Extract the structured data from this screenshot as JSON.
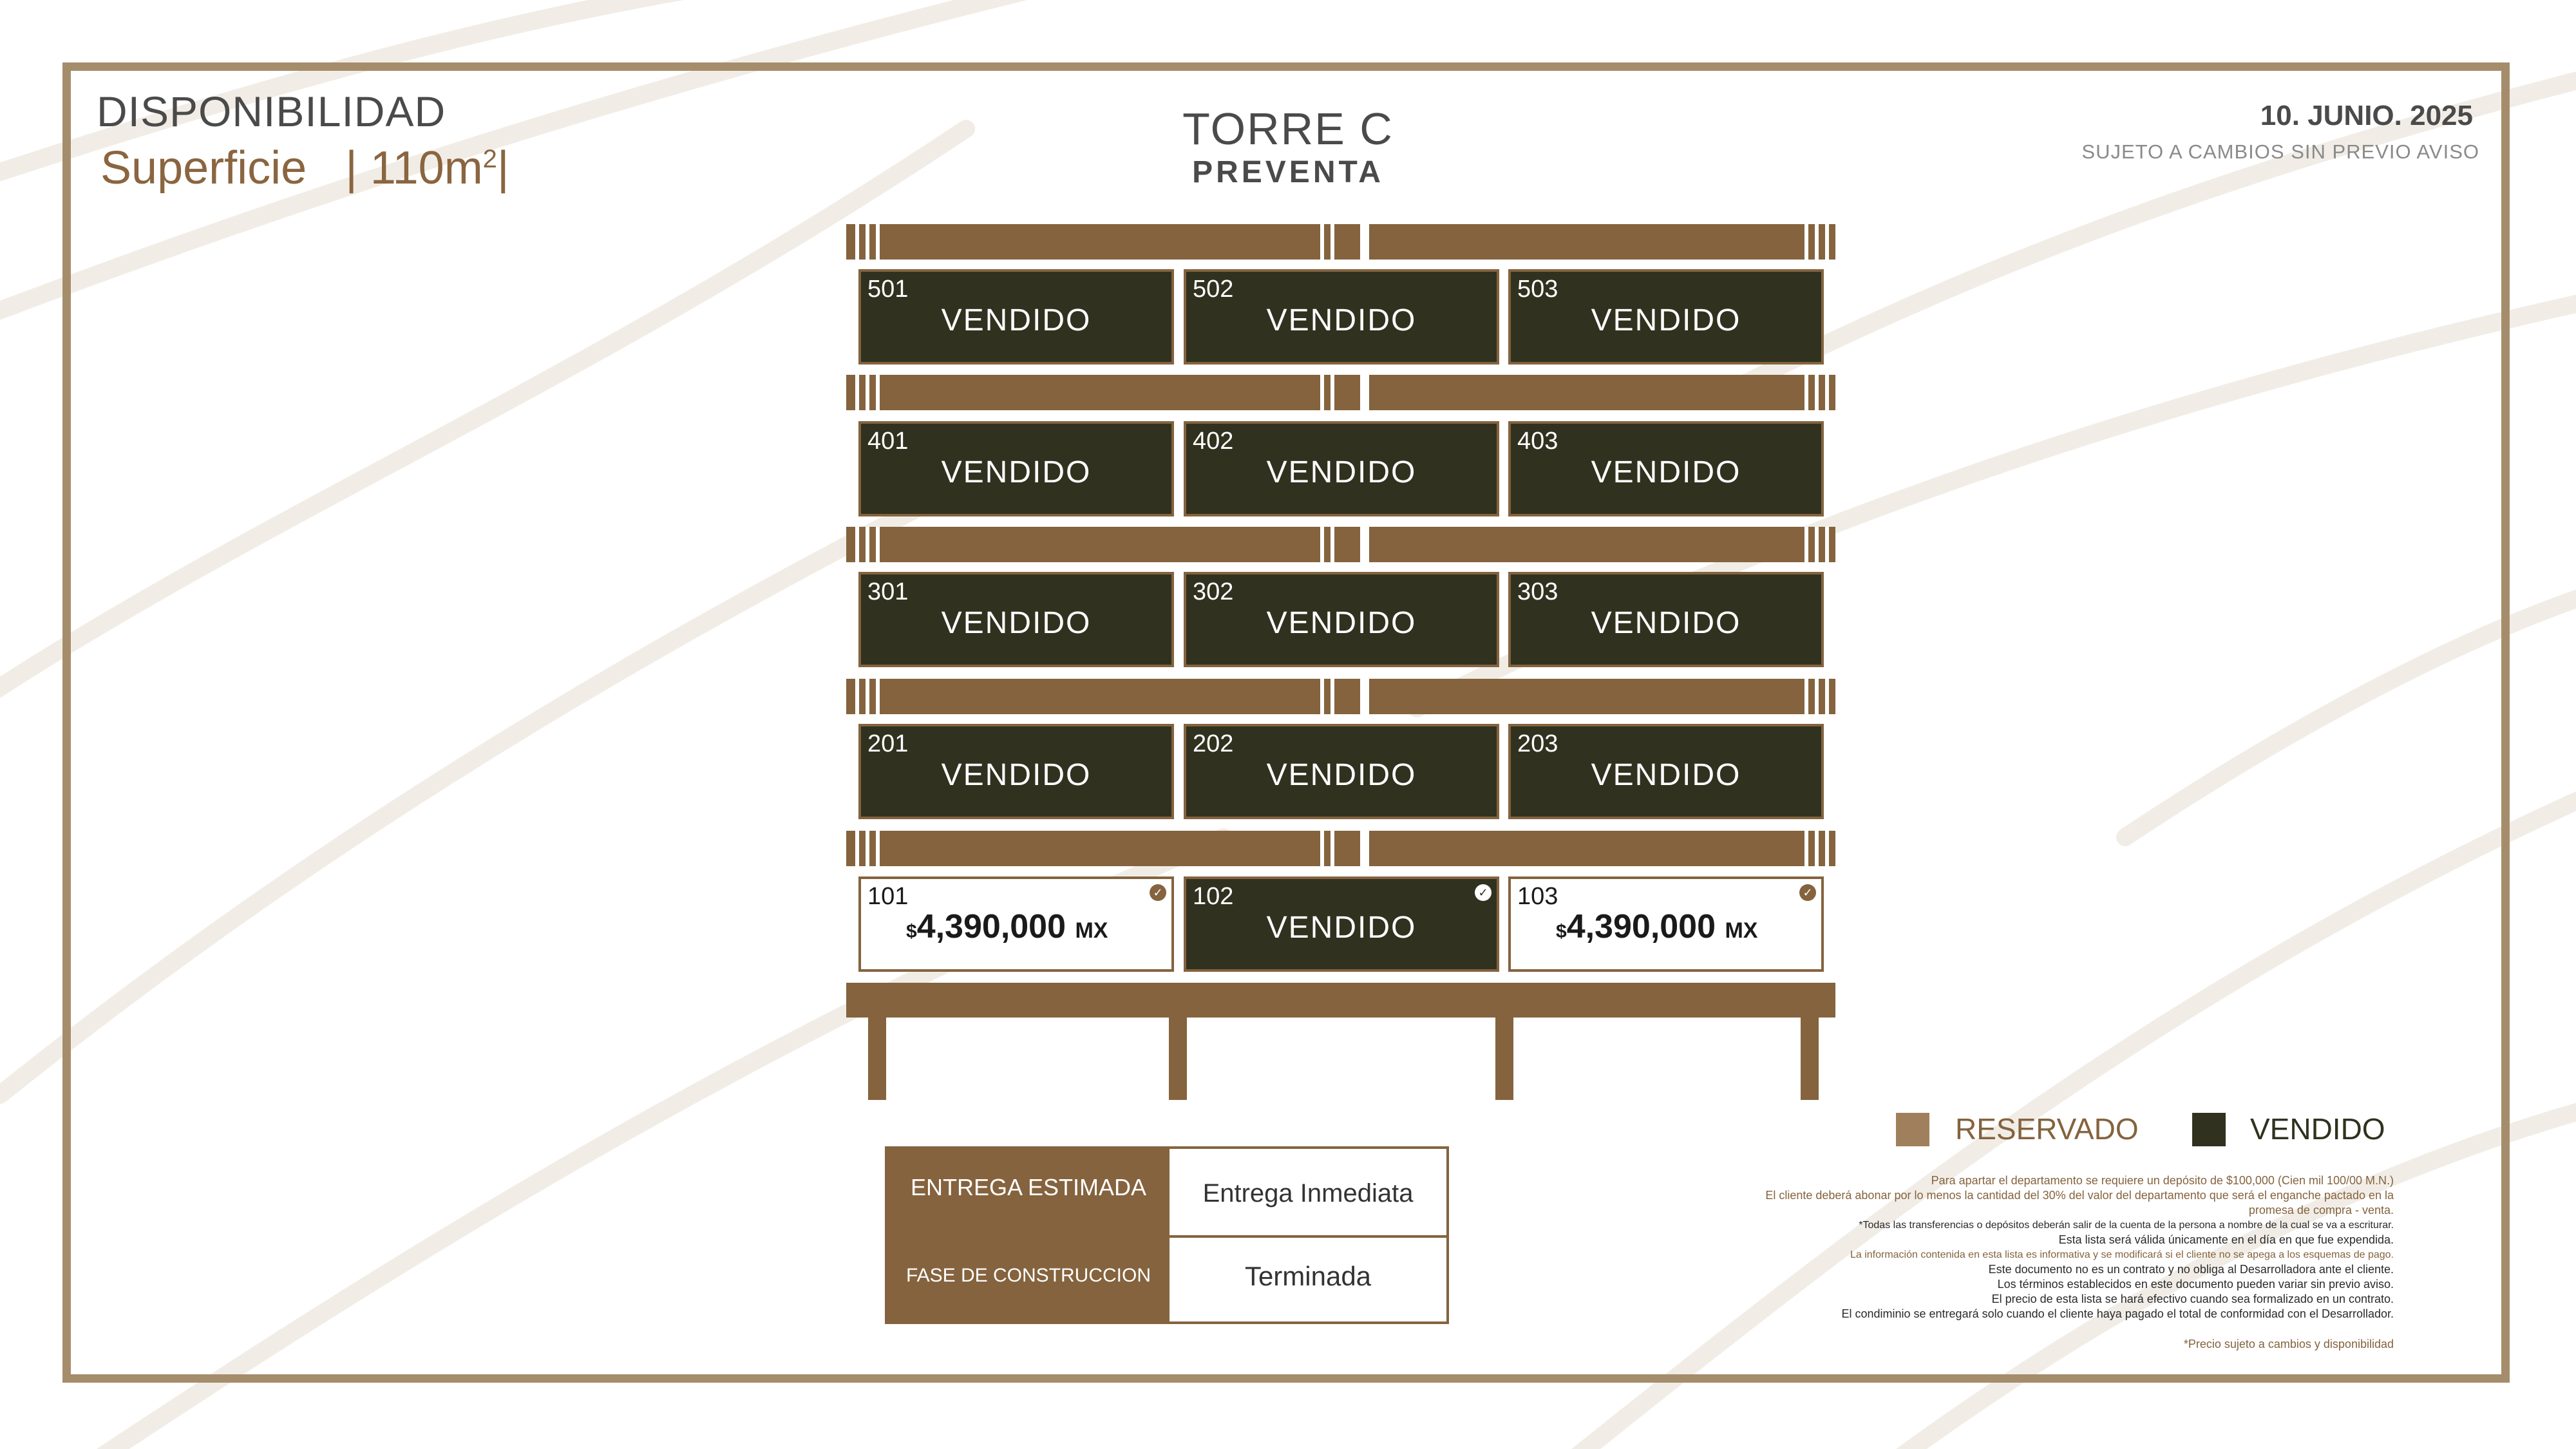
{
  "header": {
    "title": "DISPONIBILIDAD",
    "surface_label": "Superficie",
    "surface_value": "110m",
    "surface_exp": "2",
    "tower": "TORRE C",
    "phase": "PREVENTA",
    "date": "10. JUNIO. 2025",
    "notice": "SUJETO A CAMBIOS SIN PREVIO AVISO"
  },
  "floors": [
    {
      "units": [
        {
          "number": "501",
          "status": "VENDIDO"
        },
        {
          "number": "502",
          "status": "VENDIDO"
        },
        {
          "number": "503",
          "status": "VENDIDO"
        }
      ]
    },
    {
      "units": [
        {
          "number": "401",
          "status": "VENDIDO"
        },
        {
          "number": "402",
          "status": "VENDIDO"
        },
        {
          "number": "403",
          "status": "VENDIDO"
        }
      ]
    },
    {
      "units": [
        {
          "number": "301",
          "status": "VENDIDO"
        },
        {
          "number": "302",
          "status": "VENDIDO"
        },
        {
          "number": "303",
          "status": "VENDIDO"
        }
      ]
    },
    {
      "units": [
        {
          "number": "201",
          "status": "VENDIDO"
        },
        {
          "number": "202",
          "status": "VENDIDO"
        },
        {
          "number": "203",
          "status": "VENDIDO"
        }
      ]
    },
    {
      "units": [
        {
          "number": "101",
          "price_symbol": "$",
          "price": "4,390,000",
          "currency": "MX"
        },
        {
          "number": "102",
          "status": "VENDIDO"
        },
        {
          "number": "103",
          "price_symbol": "$",
          "price": "4,390,000",
          "currency": "MX"
        }
      ]
    }
  ],
  "legend": {
    "reserved": "RESERVADO",
    "sold": "VENDIDO",
    "reserved_color": "#a0805c",
    "sold_color": "#30321f"
  },
  "info": {
    "delivery_label": "ENTREGA ESTIMADA",
    "delivery_value": "Entrega Inmediata",
    "phase_label": "FASE DE CONSTRUCCION",
    "phase_value": "Terminada"
  },
  "disclaimer": {
    "line1": "Para apartar el departamento se requiere un depósito de $100,000 (Cien mil 100/00 M.N.)",
    "line2": "El cliente deberá abonar por lo menos la cantidad del 30% del valor del departamento que será el enganche pactado en la",
    "line3": "promesa de compra - venta.",
    "line4": "*Todas las transferencias o depósitos deberán salir de la cuenta de la persona a nombre de la cual se va a escriturar.",
    "line5": "Esta lista será válida únicamente en el día en que fue expendida.",
    "line6": "La información contenida en esta lista es informativa y se modificará si el cliente no se apega a los esquemas de pago.",
    "line7": "Este documento no es un contrato y no obliga al Desarrolladora ante el cliente.",
    "line8": "Los términos establecidos en este documento pueden variar sin previo aviso.",
    "line9": "El precio de esta lista se hará efectivo cuando sea formalizado en un contrato.",
    "line10": "El condiminio se entregará solo cuando el cliente haya pagado el total de conformidad con el Desarrollador.",
    "footnote": "*Precio sujeto a cambios y disponibilidad"
  },
  "colors": {
    "accent": "#84633e",
    "sold": "#30321f",
    "frame": "#a58d6c"
  }
}
